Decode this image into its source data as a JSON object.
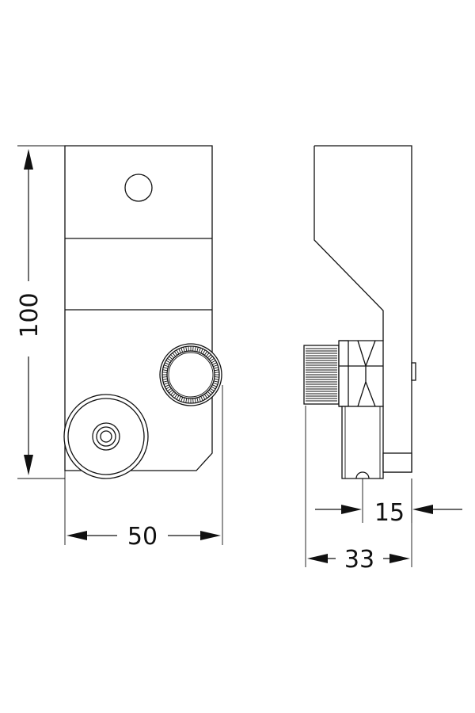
{
  "drawing": {
    "dimensions": {
      "height": "100",
      "width": "50",
      "side_offset": "15",
      "side_depth": "33"
    },
    "line_color": "#111111",
    "background": "#ffffff"
  }
}
